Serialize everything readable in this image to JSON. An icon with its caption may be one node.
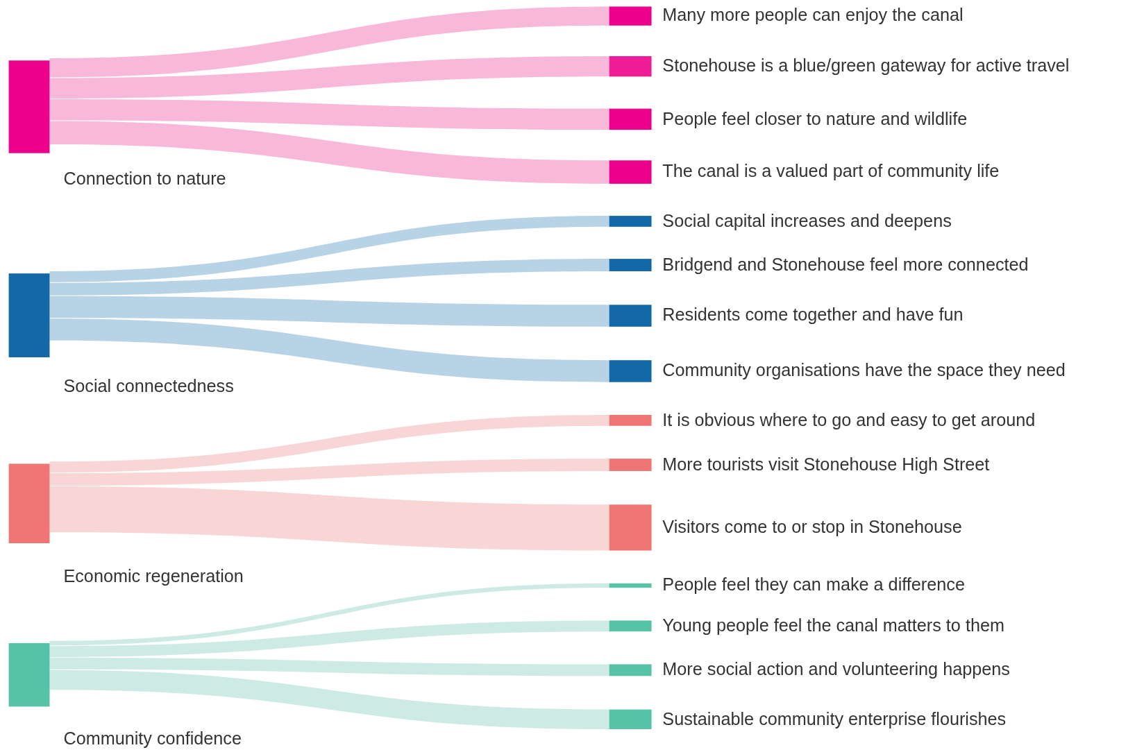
{
  "diagram": {
    "nodes": [
      {
        "text": [
          "Connection to nature"
        ]
      },
      {
        "text": [
          "Many more people can enjoy the canal"
        ]
      },
      {
        "text": [
          "Stonehouse is a blue/green gateway for active travel"
        ]
      },
      {
        "text": [
          "People feel closer to nature and wildlife"
        ]
      },
      {
        "text": [
          "The canal is a valued part of community life"
        ]
      },
      {
        "text": [
          "Social connectedness"
        ]
      },
      {
        "text": [
          "Social capital increases and deepens"
        ]
      },
      {
        "text": [
          "Bridgend and Stonehouse feel more connected"
        ]
      },
      {
        "text": [
          "Residents come together and have fun"
        ]
      },
      {
        "text": [
          "Community organisations have the space they need"
        ]
      },
      {
        "text": [
          "Economic regeneration"
        ]
      },
      {
        "text": [
          "It is obvious where to go and easy to get around"
        ]
      },
      {
        "text": [
          "More tourists visit Stonehouse High Street"
        ]
      },
      {
        "text": [
          "Visitors come to or stop in Stonehouse"
        ]
      },
      {
        "text": [
          "People feel they can make a difference"
        ]
      },
      {
        "text": [
          "Community confidence"
        ]
      },
      {
        "text": [
          "Young people feel the canal matters to them"
        ]
      },
      {
        "text": [
          "More social action and volunteering happens"
        ]
      },
      {
        "text": [
          "Sustainable community enterprise flourishes"
        ]
      }
    ],
    "edges": [
      {
        "from": 0,
        "to": 1,
        "arrow": "none",
        "color": "#f8b8d9"
      },
      {
        "from": 0,
        "to": 2,
        "arrow": "none",
        "color": "#f8b8d9"
      },
      {
        "from": 0,
        "to": 3,
        "arrow": "none",
        "color": "#f8b8d9"
      },
      {
        "from": 0,
        "to": 4,
        "arrow": "none",
        "color": "#f8b8d9"
      },
      {
        "from": 5,
        "to": 6,
        "arrow": "none",
        "color": "#b8d3e6"
      },
      {
        "from": 5,
        "to": 7,
        "arrow": "none",
        "color": "#b8d3e6"
      },
      {
        "from": 5,
        "to": 8,
        "arrow": "none",
        "color": "#b8d3e6"
      },
      {
        "from": 5,
        "to": 9,
        "arrow": "none",
        "color": "#b8d3e6"
      },
      {
        "from": 10,
        "to": 11,
        "arrow": "none",
        "color": "#f9d6d6"
      },
      {
        "from": 10,
        "to": 12,
        "arrow": "none",
        "color": "#f9d6d6"
      },
      {
        "from": 10,
        "to": 13,
        "arrow": "none",
        "color": "#f9d6d6"
      },
      {
        "from": 15,
        "to": 14,
        "arrow": "none",
        "color": "#cdebe4"
      },
      {
        "from": 15,
        "to": 16,
        "arrow": "none",
        "color": "#cdebe4"
      },
      {
        "from": 15,
        "to": 17,
        "arrow": "none",
        "color": "#cdebe4"
      },
      {
        "from": 15,
        "to": 18,
        "arrow": "none",
        "color": "#cdebe4"
      }
    ]
  }
}
